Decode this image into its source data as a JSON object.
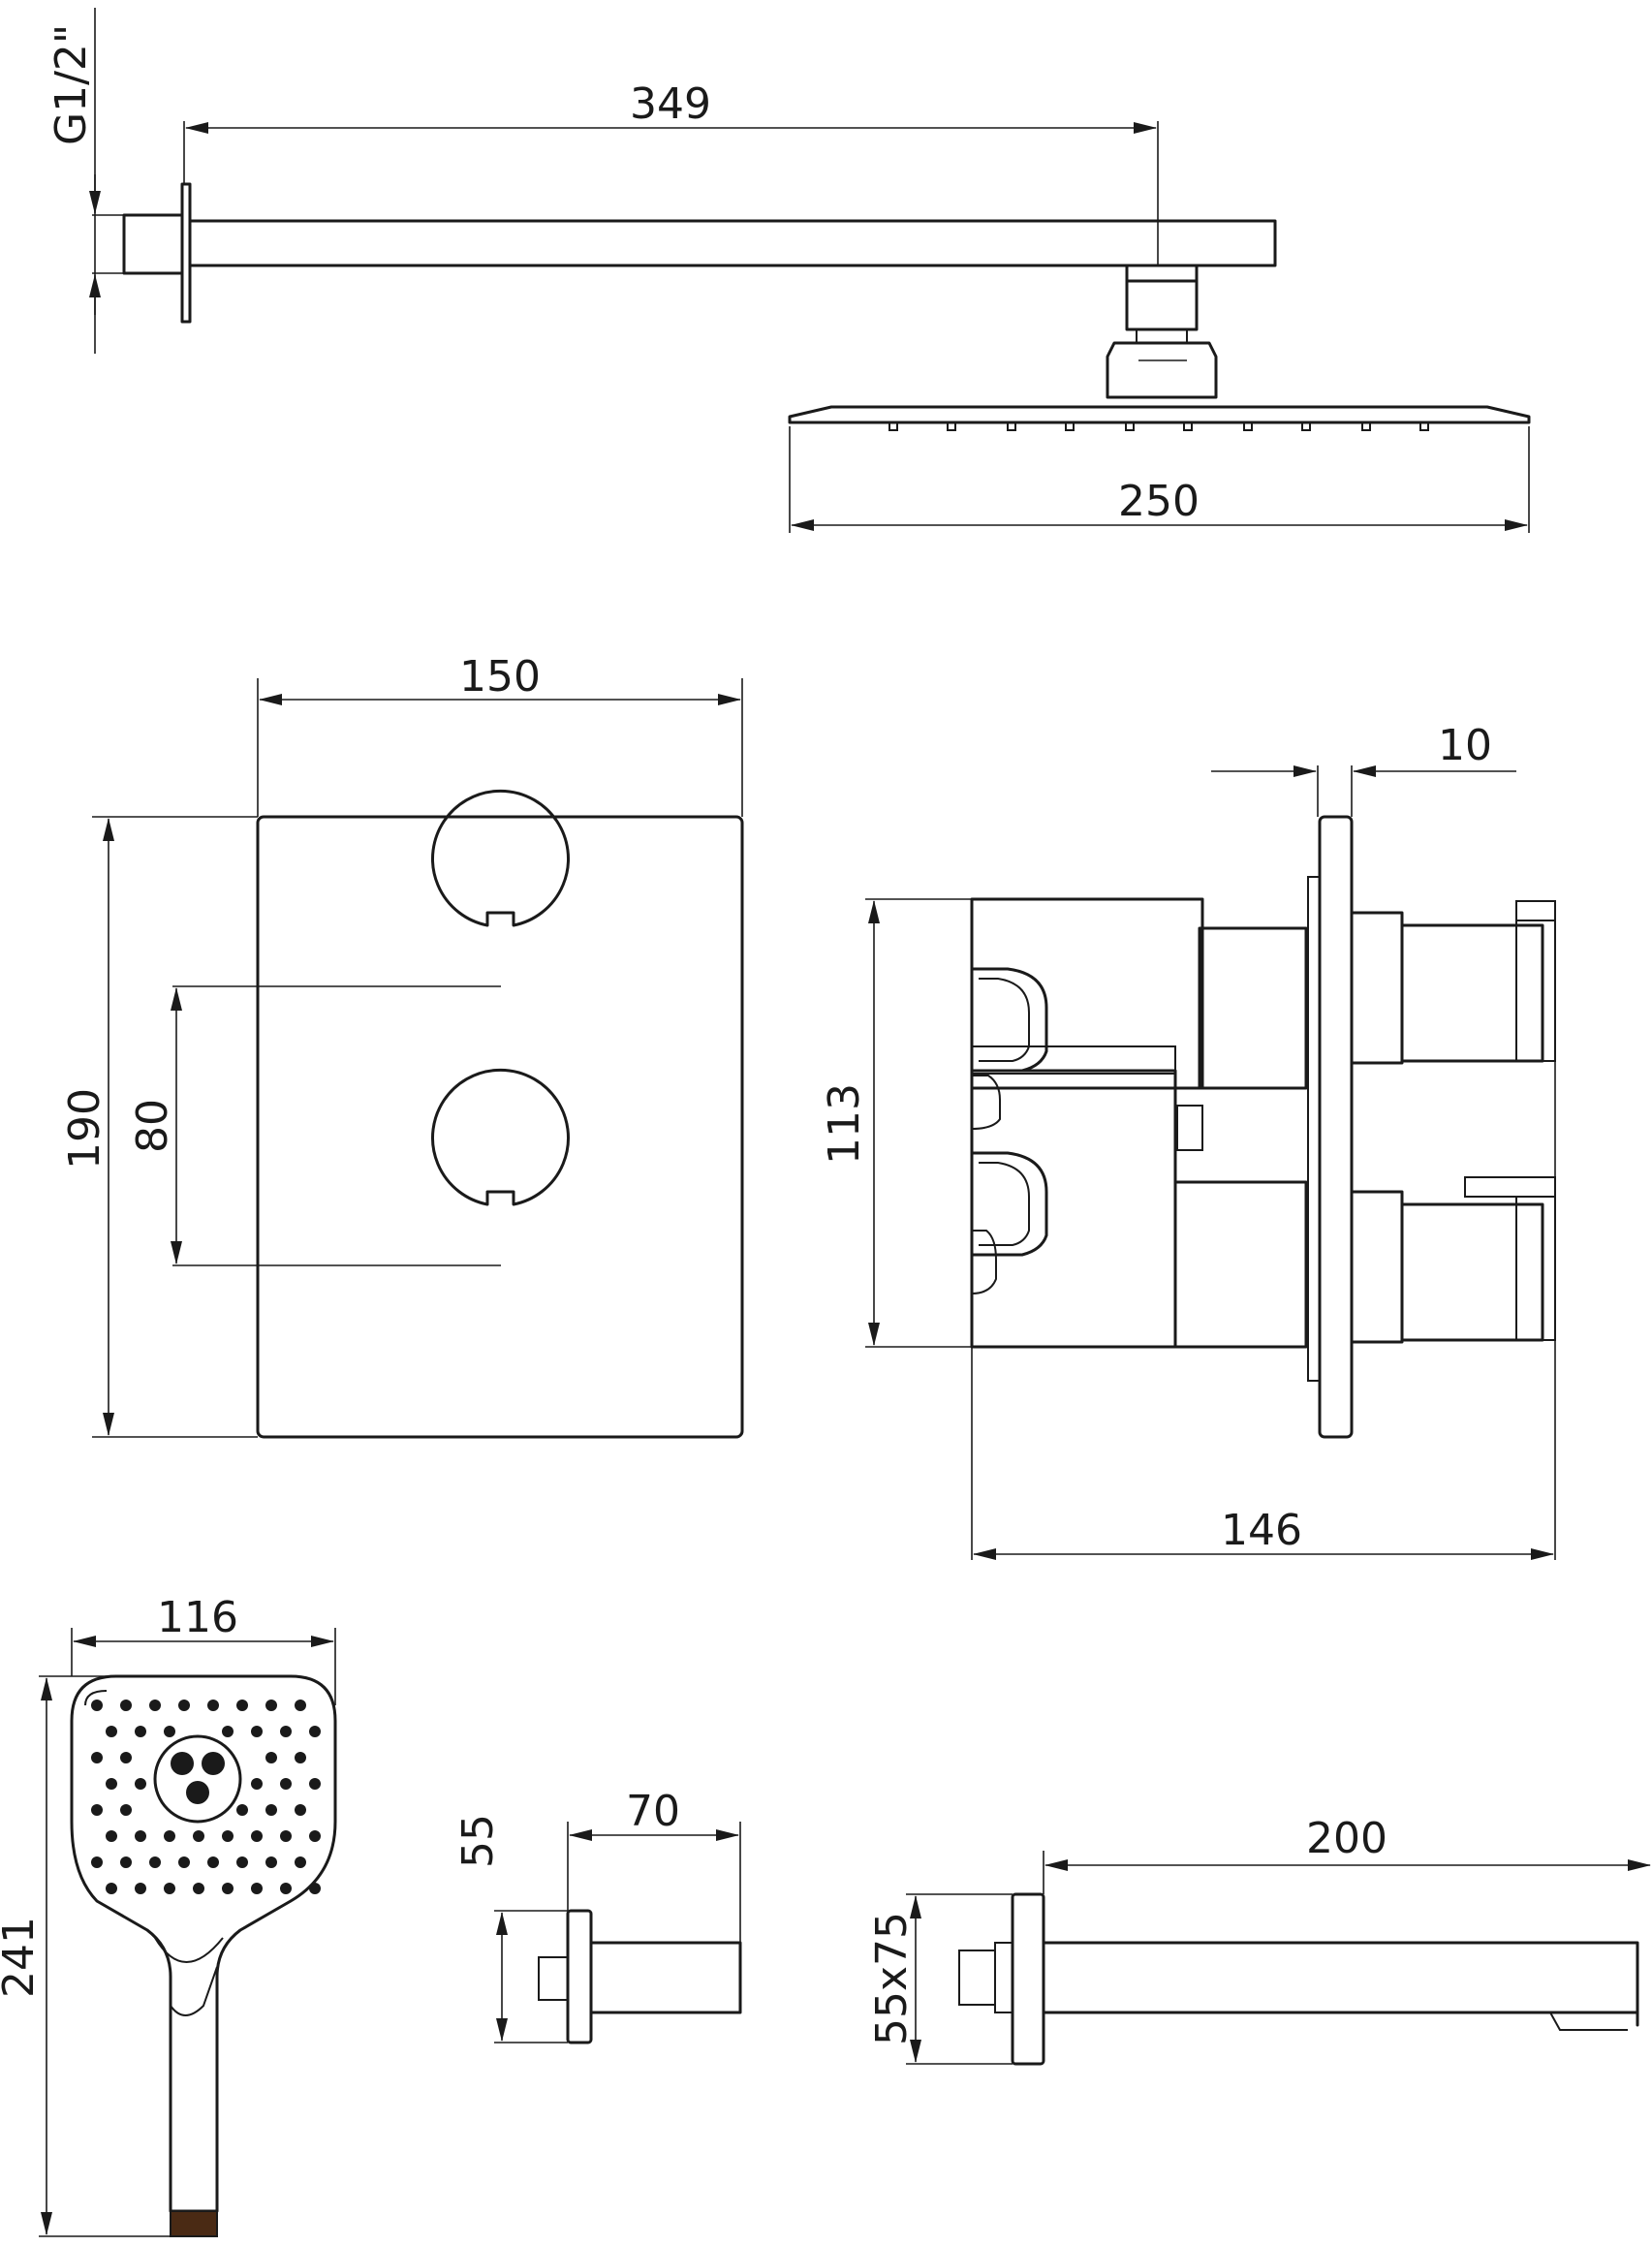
{
  "dimensions": {
    "thread": "G1/2\"",
    "arm_length": "349",
    "head_width": "250",
    "plate_width": "150",
    "plate_height": "190",
    "knob_spacing": "80",
    "valve_height": "113",
    "plate_depth": "10",
    "valve_depth": "146",
    "handshower_width": "116",
    "handshower_length": "241",
    "outlet_height": "55",
    "outlet_depth": "70",
    "spout_length": "200",
    "spout_section": "55x75"
  }
}
